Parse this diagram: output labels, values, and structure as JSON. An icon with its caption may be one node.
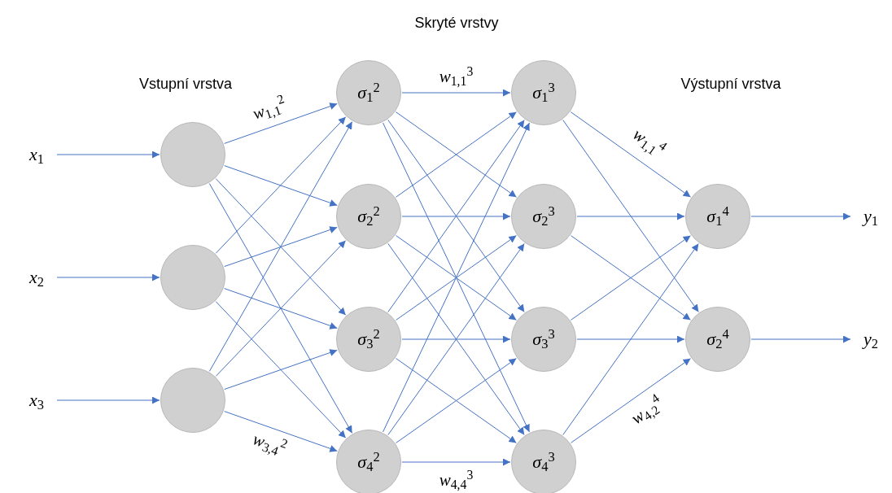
{
  "diagram": {
    "nodes": [
      {
        "text": [
          "*x*$_{1}$"
        ]
      },
      {
        "text": [
          "*x*$_{2}$"
        ]
      },
      {
        "text": [
          "*x*$_{3}$"
        ]
      },
      {
        "text": [],
        "shape": "circle"
      },
      {
        "text": [],
        "shape": "circle"
      },
      {
        "text": [],
        "shape": "circle"
      },
      {
        "text": [
          "*σ*$_{1}$$^{2}$"
        ]
      },
      {
        "text": [
          "*σ*$_{2}$$^{2}$"
        ]
      },
      {
        "text": [
          "*σ*$_{3}$$^{2}$"
        ]
      },
      {
        "text": [
          "*σ*$_{4}$$^{2}$"
        ]
      },
      {
        "text": [
          "*σ*$_{1}$$^{3}$"
        ]
      },
      {
        "text": [
          "*σ*$_{2}$$^{3}$"
        ]
      },
      {
        "text": [
          "*σ*$_{3}$$^{3}$"
        ]
      },
      {
        "text": [
          "*σ*$_{4}$$^{3}$"
        ]
      },
      {
        "text": [
          "*σ*$_{1}$$^{4}$"
        ]
      },
      {
        "text": [
          "*σ*$_{2}$$^{4}$"
        ]
      },
      {
        "text": [
          "*y*$_{1}$"
        ]
      },
      {
        "text": [
          "*y*$_{2}$"
        ]
      }
    ],
    "edges": [
      {
        "from": 0,
        "to": 3,
        "arrow": "to"
      },
      {
        "from": 1,
        "to": 4,
        "arrow": "to"
      },
      {
        "from": 2,
        "to": 5,
        "arrow": "to"
      },
      {
        "from": 3,
        "to": 6,
        "arrow": "to",
        "label": "*w*$_{1,1}$$^{2}$"
      },
      {
        "from": 3,
        "to": 7,
        "arrow": "to"
      },
      {
        "from": 3,
        "to": 8,
        "arrow": "to"
      },
      {
        "from": 3,
        "to": 9,
        "arrow": "to"
      },
      {
        "from": 4,
        "to": 6,
        "arrow": "to"
      },
      {
        "from": 4,
        "to": 7,
        "arrow": "to"
      },
      {
        "from": 4,
        "to": 8,
        "arrow": "to"
      },
      {
        "from": 4,
        "to": 9,
        "arrow": "to"
      },
      {
        "from": 5,
        "to": 6,
        "arrow": "to"
      },
      {
        "from": 5,
        "to": 7,
        "arrow": "to"
      },
      {
        "from": 5,
        "to": 8,
        "arrow": "to"
      },
      {
        "from": 5,
        "to": 9,
        "arrow": "to",
        "label": "*w*$_{3,4}$$^{2}$"
      },
      {
        "from": 6,
        "to": 10,
        "arrow": "to",
        "label": "*w*$_{1,1}$$^{3}$"
      },
      {
        "from": 6,
        "to": 11,
        "arrow": "to"
      },
      {
        "from": 6,
        "to": 12,
        "arrow": "to"
      },
      {
        "from": 6,
        "to": 13,
        "arrow": "to"
      },
      {
        "from": 7,
        "to": 10,
        "arrow": "to"
      },
      {
        "from": 7,
        "to": 11,
        "arrow": "to"
      },
      {
        "from": 7,
        "to": 12,
        "arrow": "to"
      },
      {
        "from": 7,
        "to": 13,
        "arrow": "to"
      },
      {
        "from": 8,
        "to": 10,
        "arrow": "to"
      },
      {
        "from": 8,
        "to": 11,
        "arrow": "to"
      },
      {
        "from": 8,
        "to": 12,
        "arrow": "to"
      },
      {
        "from": 8,
        "to": 13,
        "arrow": "to"
      },
      {
        "from": 9,
        "to": 10,
        "arrow": "to"
      },
      {
        "from": 9,
        "to": 11,
        "arrow": "to"
      },
      {
        "from": 9,
        "to": 12,
        "arrow": "to"
      },
      {
        "from": 9,
        "to": 13,
        "arrow": "to",
        "label": "*w*$_{4,4}$$^{3}$"
      },
      {
        "from": 10,
        "to": 14,
        "arrow": "to",
        "label": "*w*$_{1,1}$$^{4}$"
      },
      {
        "from": 10,
        "to": 15,
        "arrow": "to"
      },
      {
        "from": 11,
        "to": 14,
        "arrow": "to"
      },
      {
        "from": 11,
        "to": 15,
        "arrow": "to"
      },
      {
        "from": 12,
        "to": 14,
        "arrow": "to"
      },
      {
        "from": 12,
        "to": 15,
        "arrow": "to"
      },
      {
        "from": 13,
        "to": 14,
        "arrow": "to"
      },
      {
        "from": 13,
        "to": 15,
        "arrow": "to",
        "label": "*w*$_{4,2}$$^{4}$"
      },
      {
        "from": 14,
        "to": 16,
        "arrow": "to"
      },
      {
        "from": 15,
        "to": 17,
        "arrow": "to"
      }
    ],
    "labels": [
      "Skryté vrstvy",
      "Vstupní vrstva",
      "Výstupní vrstva"
    ]
  }
}
